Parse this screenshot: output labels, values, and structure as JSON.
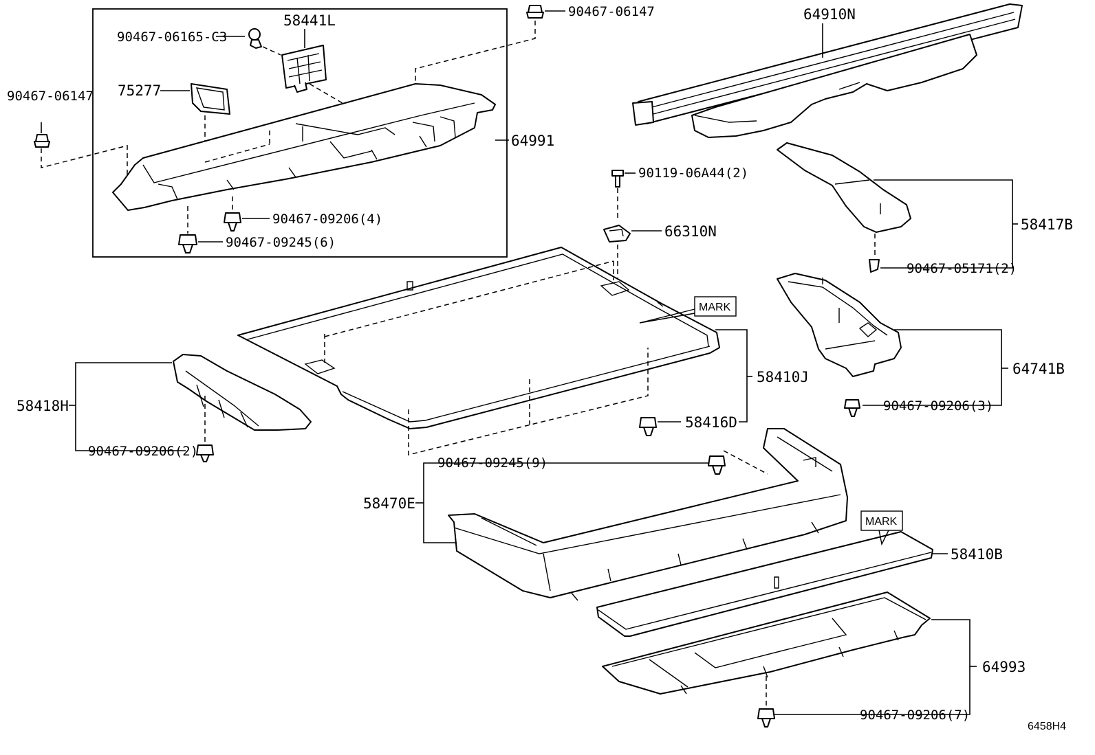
{
  "labels": {
    "p90467_06147_top": "90467-06147",
    "p64910N": "64910N",
    "p58441L": "58441L",
    "p90467_06165_C3": "90467-06165-C3",
    "p90467_06147_left": "90467-06147",
    "p75277": "75277",
    "p64991": "64991",
    "p90467_09206_4": "90467-09206(4)",
    "p90467_09245_6": "90467-09245(6)",
    "p90119_06A44_2": "90119-06A44(2)",
    "p66310N": "66310N",
    "p58417B": "58417B",
    "p90467_05171_2": "90467-05171(2)",
    "mark1": "MARK",
    "p58410J": "58410J",
    "p64741B": "64741B",
    "p58418H": "58418H",
    "p90467_09206_3": "90467-09206(3)",
    "p58416D": "58416D",
    "p90467_09206_2": "90467-09206(2)",
    "p90467_09245_9": "90467-09245(9)",
    "p58470E": "58470E",
    "mark2": "MARK",
    "p58410B": "58410B",
    "p64993": "64993",
    "p90467_09206_7": "90467-09206(7)",
    "diagram_code": "6458H4"
  }
}
